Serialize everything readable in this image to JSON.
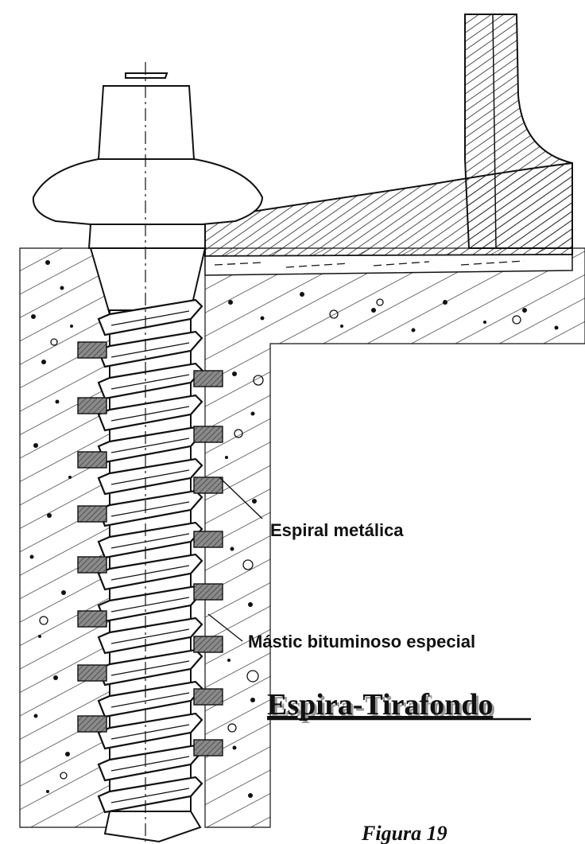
{
  "labels": {
    "spiral": "Espiral metálica",
    "mastic": "Mástic bituminoso especial",
    "title": "Espira-Tirafondo",
    "caption": "Figura 19"
  },
  "colors": {
    "ink": "#111111",
    "paper": "#ffffff",
    "hatch": "#222222",
    "band_fill": "#6a6a6a",
    "title_shadow": "#9a9a9a"
  }
}
